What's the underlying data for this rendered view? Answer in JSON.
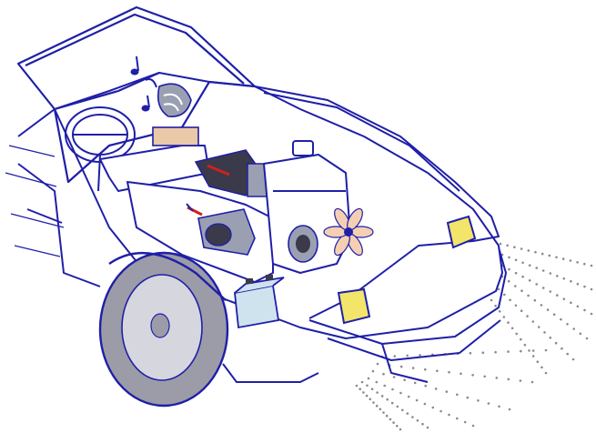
{
  "illustration": {
    "subject": "car-electrical-system-cutaway",
    "components": [
      "windshield",
      "steering-wheel",
      "radio-speaker",
      "fuse-panel",
      "wiper-motor",
      "ecu-box",
      "starter-motor",
      "alternator",
      "cooling-fan",
      "battery",
      "headlight-left",
      "headlight-right",
      "front-wheel"
    ],
    "icons": [
      "music-note-icon",
      "light-beam-dots"
    ]
  },
  "colors": {
    "outline": "#1f1fa8",
    "body_fill": "#ffffff",
    "headlight": "#f2e56a",
    "tire": "#9c9ca8",
    "hub": "#d6d6de",
    "fan": "#f4cfb3",
    "battery": "#cfe3ef",
    "fuse_panel": "#e9c9a8",
    "component_gray": "#9aa0b2",
    "component_dark": "#3a3a4a",
    "accent_red": "#d02020",
    "beam_dots": "#8a8a94"
  }
}
